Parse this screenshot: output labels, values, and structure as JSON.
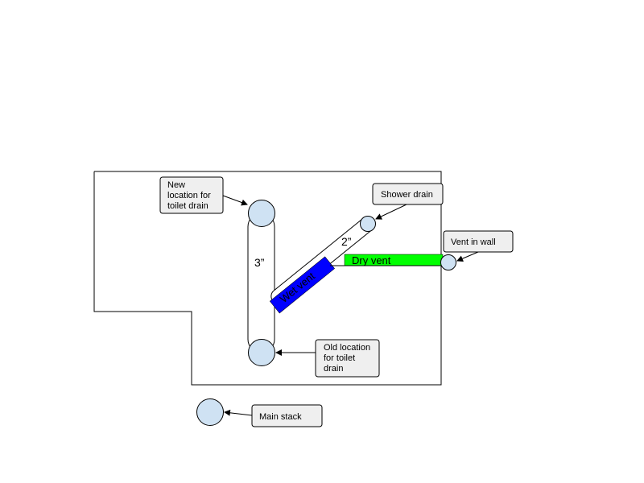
{
  "colors": {
    "fixture_fill": "#cfe2f3",
    "callout_fill": "#efefef",
    "wet_vent": "#0000ff",
    "dry_vent": "#00ff00",
    "line": "#000000"
  },
  "labels": {
    "new_toilet": [
      "New",
      "location for",
      "toilet drain"
    ],
    "old_toilet": [
      "Old location",
      "for toilet",
      "drain"
    ],
    "shower_drain": "Shower drain",
    "vent_in_wall": "Vent in wall",
    "main_stack": "Main stack",
    "pipe_3in": "3”",
    "pipe_2in": "2”",
    "wet_vent": "Wet vent",
    "dry_vent": "Dry vent"
  }
}
